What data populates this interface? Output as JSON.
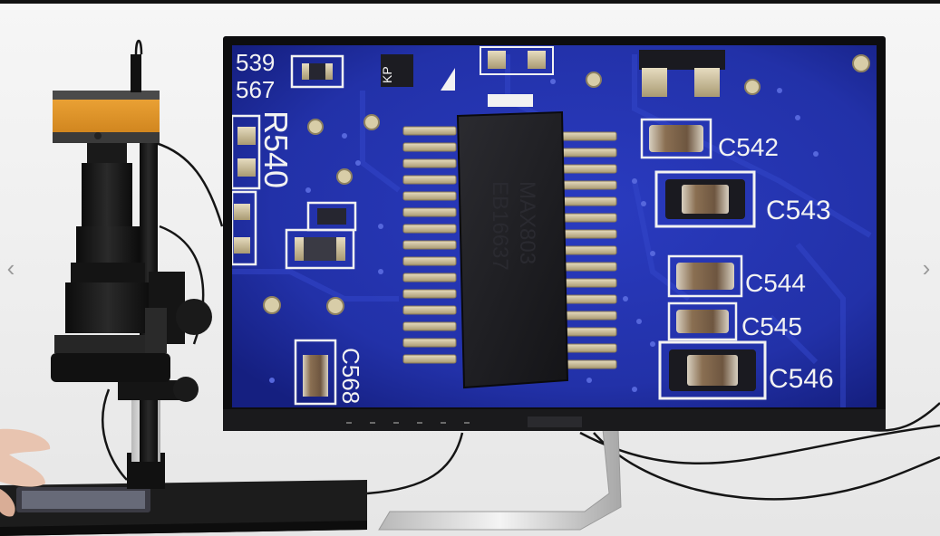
{
  "carousel": {
    "prev_glyph": "‹",
    "next_glyph": "›"
  },
  "screen": {
    "labels": {
      "top_left_1": "539",
      "top_left_2": "567",
      "resistor": "R540",
      "chip_marker": "KP",
      "bottom_left": "C568",
      "chip_text_1": "MAX803",
      "chip_text_2": "EB16637",
      "caps": [
        "C542",
        "C543",
        "C544",
        "C545",
        "C546"
      ]
    }
  },
  "colors": {
    "pcb_blue": "#2231a8",
    "pcb_deep": "#18228a",
    "silkscreen": "#f2f2f2",
    "camera_orange": "#e59a2a",
    "chip": "#1e1e22",
    "pins": "#cbb98a"
  }
}
